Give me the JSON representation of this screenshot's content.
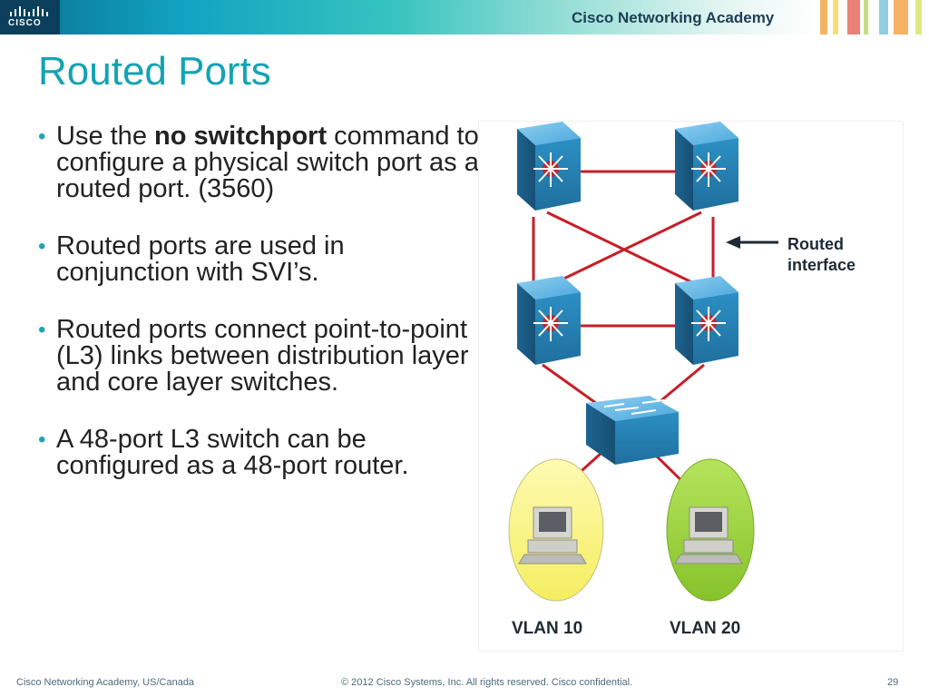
{
  "header": {
    "logo_text": "CISCO",
    "academy_name": "Cisco Networking Academy",
    "stripe_colors": [
      "#f2a54a",
      "#f6d75e",
      "#e86b5c",
      "#b9d96a",
      "#7fc6dd",
      "#f2a54a",
      "#d9e56b"
    ]
  },
  "slide": {
    "title": "Routed Ports",
    "bullets": [
      {
        "before": "Use the ",
        "bold": "no switchport",
        "after": " command to configure a physical switch port as a routed port. (3560)"
      },
      {
        "before": "Routed ports are used in conjunction with SVI’s.",
        "bold": "",
        "after": ""
      },
      {
        "before": "Routed ports connect point-to-point (L3) links between distribution layer and core layer switches.",
        "bold": "",
        "after": ""
      },
      {
        "before": "A 48-port L3 switch can be configured as a 48-port router.",
        "bold": "",
        "after": ""
      }
    ]
  },
  "diagram": {
    "callout_line1": "Routed",
    "callout_line2": "interface",
    "vlan_left": "VLAN 10",
    "vlan_right": "VLAN 20",
    "colors": {
      "link": "#c81e28",
      "switch": "#2c8fc4",
      "vlan10": "#fbf58a",
      "vlan20": "#9bd43a"
    }
  },
  "footer": {
    "left": "Cisco Networking Academy, US/Canada",
    "center": "© 2012 Cisco Systems, Inc. All rights reserved. Cisco confidential.",
    "page": "29"
  }
}
